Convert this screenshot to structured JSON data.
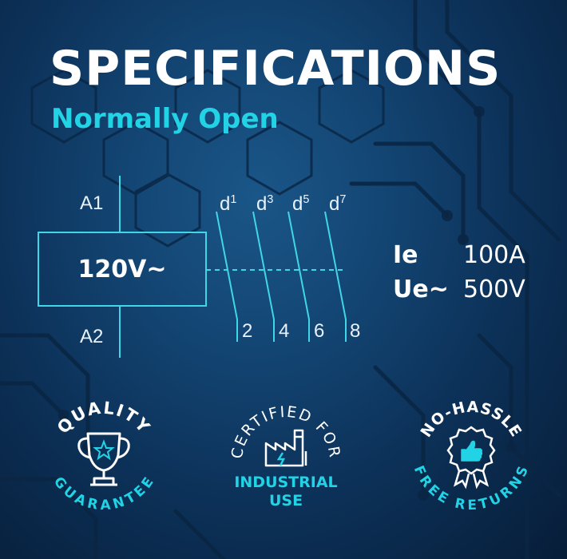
{
  "title": "SPECIFICATIONS",
  "subtitle": "Normally Open",
  "colors": {
    "accent": "#22d3e6",
    "line": "#3fd6e8",
    "text": "#ffffff",
    "background": "#0c3158"
  },
  "diagram": {
    "terminal_top": "A1",
    "terminal_bottom": "A2",
    "coil_voltage": "120V~",
    "contacts_top": [
      {
        "base": "d",
        "sup": "1"
      },
      {
        "base": "d",
        "sup": "3"
      },
      {
        "base": "d",
        "sup": "5"
      },
      {
        "base": "d",
        "sup": "7"
      }
    ],
    "contacts_bottom": [
      "2",
      "4",
      "6",
      "8"
    ]
  },
  "specs": [
    {
      "key": "Ie",
      "value": "100A"
    },
    {
      "key": "Ue~",
      "value": "500V"
    }
  ],
  "badges": {
    "quality": {
      "top": "QUALITY",
      "bottom": "GUARANTEE",
      "icon": "trophy-icon"
    },
    "certified": {
      "top": "CERTIFIED FOR",
      "line1": "INDUSTRIAL",
      "line2": "USE",
      "icon": "factory-icon"
    },
    "returns": {
      "top": "NO-HASSLE",
      "bottom": "FREE RETURNS",
      "icon": "thumbs-up-rosette-icon"
    }
  }
}
